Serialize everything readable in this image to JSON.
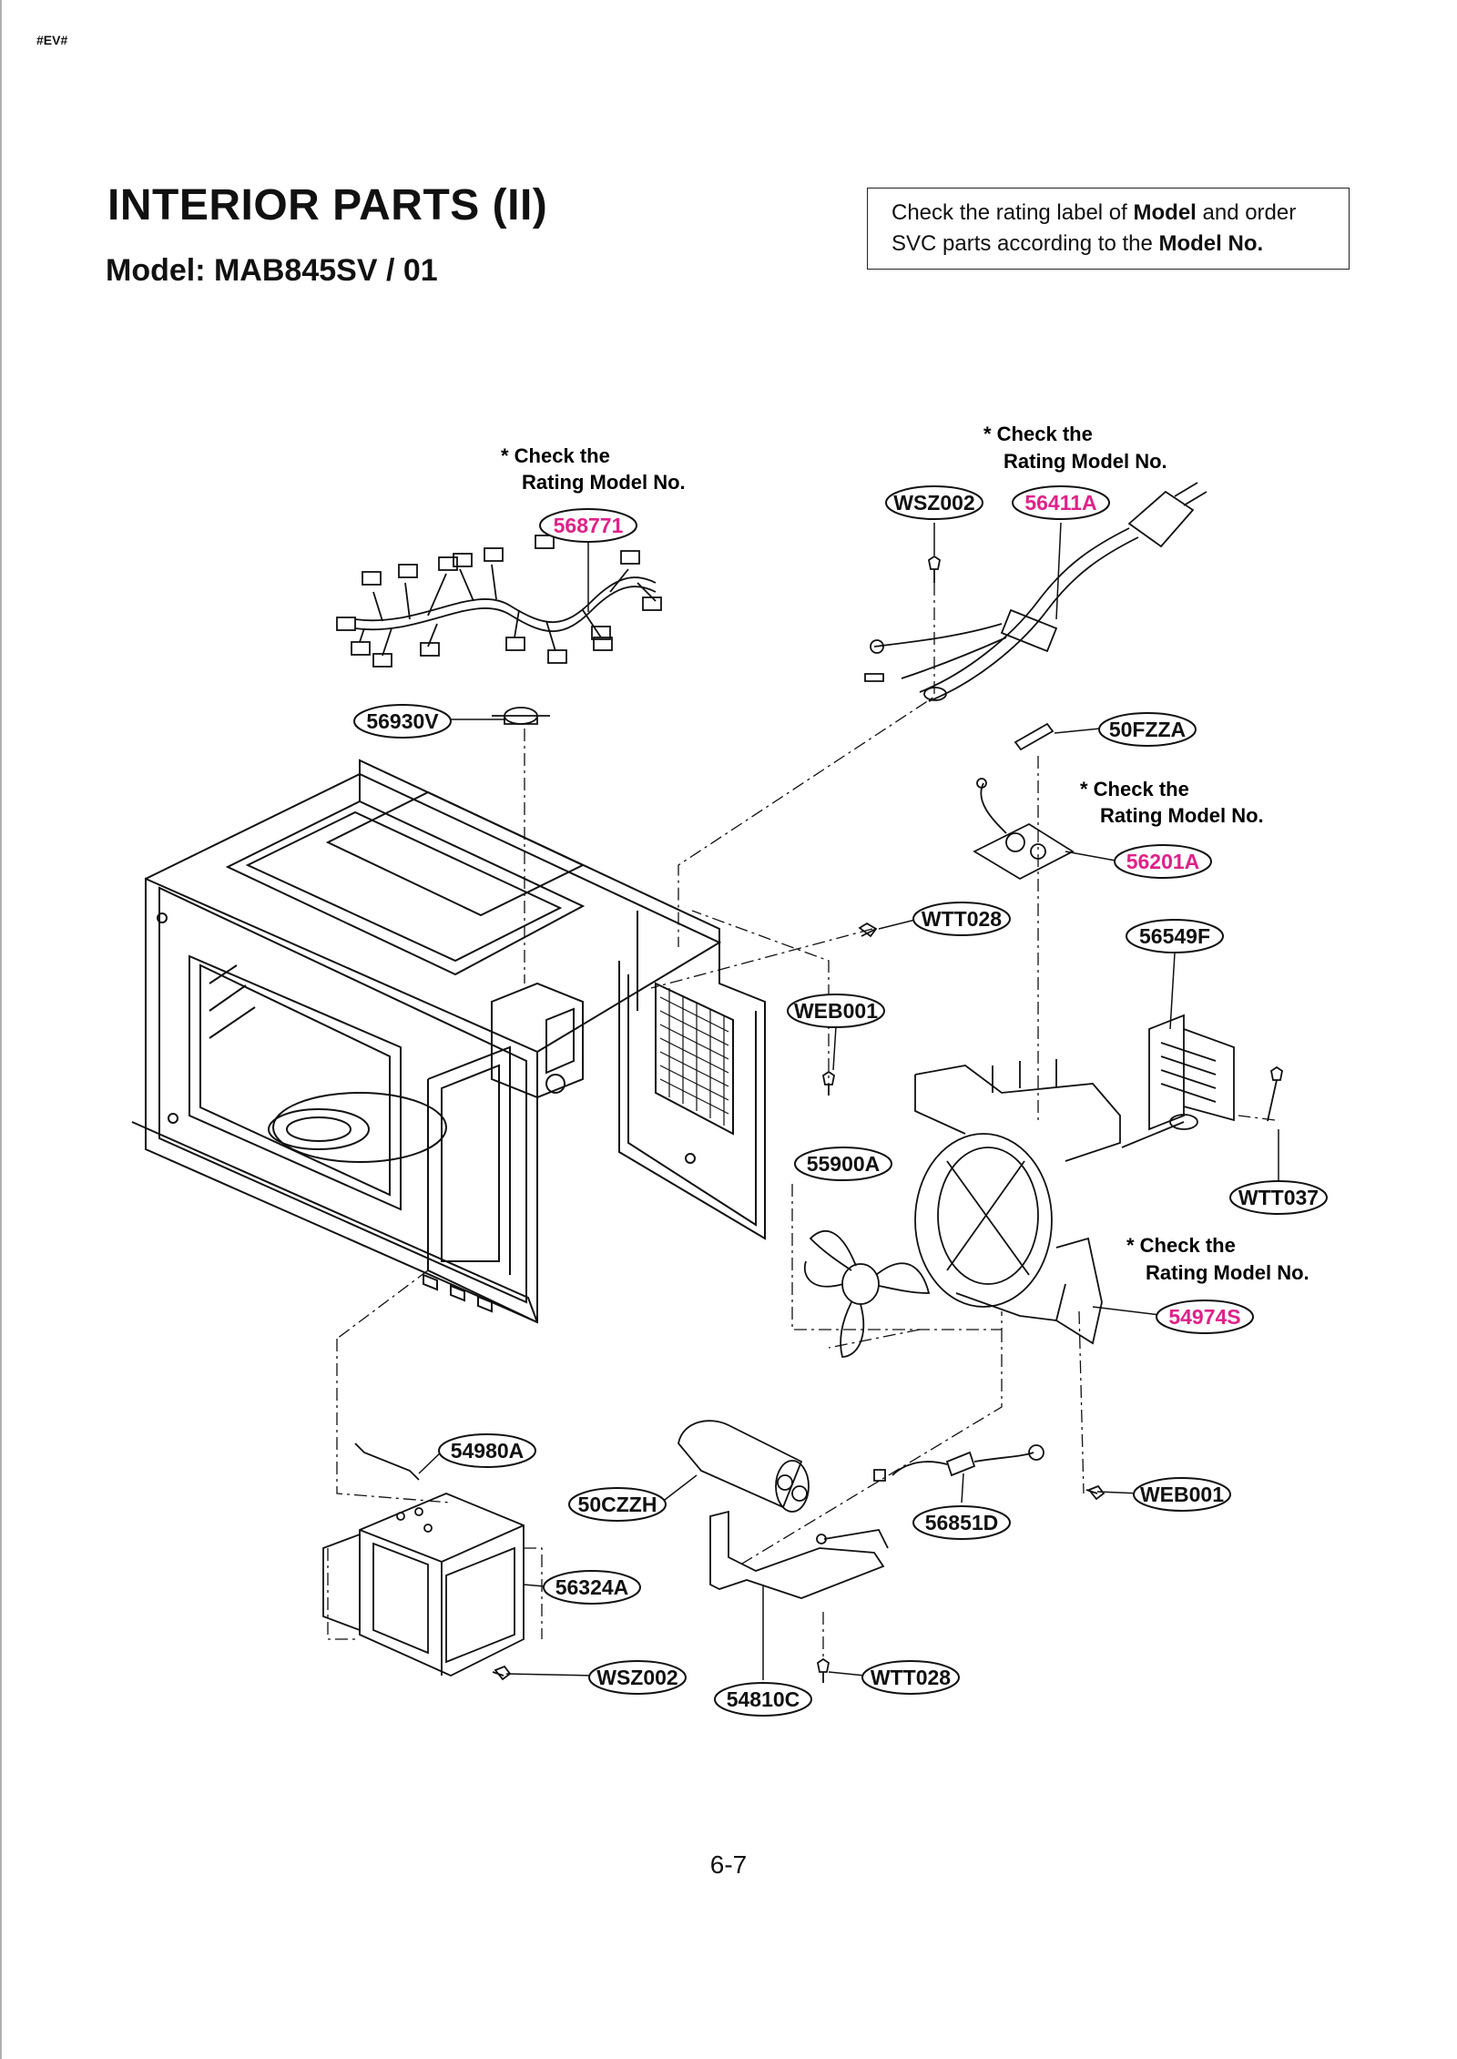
{
  "header": {
    "corner_tag": "#EV#"
  },
  "title": "INTERIOR PARTS (II)",
  "model": "Model: MAB845SV / 01",
  "notice": {
    "part1": "Check the rating label of ",
    "bold1": "Model",
    "part2": " and order",
    "part3": "SVC parts according to the ",
    "bold2": "Model No."
  },
  "check_note": {
    "line1": "* Check the",
    "line2": "Rating Model No."
  },
  "part_labels": [
    {
      "code": "568771",
      "highlight": true
    },
    {
      "code": "WSZ002",
      "highlight": false
    },
    {
      "code": "56411A",
      "highlight": true
    },
    {
      "code": "56930V",
      "highlight": false
    },
    {
      "code": "50FZZA",
      "highlight": false
    },
    {
      "code": "56201A",
      "highlight": true
    },
    {
      "code": "WTT028",
      "highlight": false
    },
    {
      "code": "56549F",
      "highlight": false
    },
    {
      "code": "WEB001",
      "highlight": false
    },
    {
      "code": "55900A",
      "highlight": false
    },
    {
      "code": "WTT037",
      "highlight": false
    },
    {
      "code": "54974S",
      "highlight": true
    },
    {
      "code": "54980A",
      "highlight": false
    },
    {
      "code": "50CZZH",
      "highlight": false
    },
    {
      "code": "WEB001",
      "highlight": false
    },
    {
      "code": "56851D",
      "highlight": false
    },
    {
      "code": "56324A",
      "highlight": false
    },
    {
      "code": "WSZ002",
      "highlight": false
    },
    {
      "code": "WTT028",
      "highlight": false
    },
    {
      "code": "54810C",
      "highlight": false
    }
  ],
  "page_number": "6-7",
  "colors": {
    "highlight": "#e0218a",
    "ink": "#111111"
  }
}
